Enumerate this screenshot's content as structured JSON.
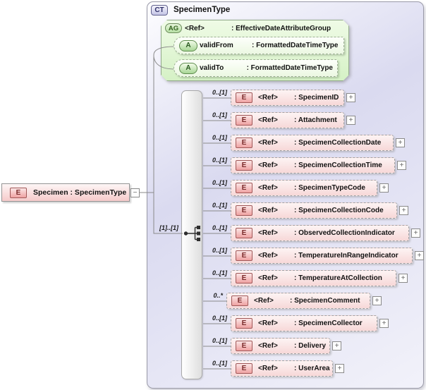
{
  "window": {
    "type_badge": "CT",
    "title": "SpecimenType"
  },
  "colors": {
    "element_accent": "#efa2a2",
    "attribute_accent": "#a8d696",
    "complextype_accent": "#c4c4e6",
    "container_background": "#dadaf0",
    "attribute_group_background": "#d5f1c5",
    "wire": "#8a8a8a"
  },
  "attribute_group": {
    "badge": "AG",
    "ref": "<Ref>",
    "type": ": EffectiveDateAttributeGroup",
    "attributes": [
      {
        "badge": "A",
        "name": "validFrom",
        "type": ": FormattedDateTimeType"
      },
      {
        "badge": "A",
        "name": "validTo",
        "type": ": FormattedDateTimeType"
      }
    ]
  },
  "root_element": {
    "badge": "E",
    "label": "Specimen : SpecimenType",
    "collapse_glyph": "−"
  },
  "sequence": {
    "cardinality": "[1]..[1]",
    "icon": "sequence-icon"
  },
  "children": [
    {
      "card": "0..[1]",
      "badge": "E",
      "ref": "<Ref>",
      "type": ": SpecimenID",
      "expand": "+"
    },
    {
      "card": "0..[1]",
      "badge": "E",
      "ref": "<Ref>",
      "type": ": Attachment",
      "expand": "+"
    },
    {
      "card": "0..[1]",
      "badge": "E",
      "ref": "<Ref>",
      "type": ": SpecimenCollectionDate",
      "expand": "+"
    },
    {
      "card": "0..[1]",
      "badge": "E",
      "ref": "<Ref>",
      "type": ": SpecimenCollectionTime",
      "expand": "+"
    },
    {
      "card": "0..[1]",
      "badge": "E",
      "ref": "<Ref>",
      "type": ": SpecimenTypeCode",
      "expand": "+"
    },
    {
      "card": "0..[1]",
      "badge": "E",
      "ref": "<Ref>",
      "type": ": SpecimenCollectionCode",
      "expand": "+"
    },
    {
      "card": "0..[1]",
      "badge": "E",
      "ref": "<Ref>",
      "type": ": ObservedCollectionIndicator",
      "expand": "+"
    },
    {
      "card": "0..[1]",
      "badge": "E",
      "ref": "<Ref>",
      "type": ": TemperatureInRangeIndicator",
      "expand": "+"
    },
    {
      "card": "0..[1]",
      "badge": "E",
      "ref": "<Ref>",
      "type": ": TemperatureAtCollection",
      "expand": "+"
    },
    {
      "card": "0..*",
      "badge": "E",
      "ref": "<Ref>",
      "type": ": SpecimenComment",
      "expand": "+"
    },
    {
      "card": "0..[1]",
      "badge": "E",
      "ref": "<Ref>",
      "type": ": SpecimenCollector",
      "expand": "+"
    },
    {
      "card": "0..[1]",
      "badge": "E",
      "ref": "<Ref>",
      "type": ": Delivery",
      "expand": "+"
    },
    {
      "card": "0..[1]",
      "badge": "E",
      "ref": "<Ref>",
      "type": ": UserArea",
      "expand": "+"
    }
  ]
}
